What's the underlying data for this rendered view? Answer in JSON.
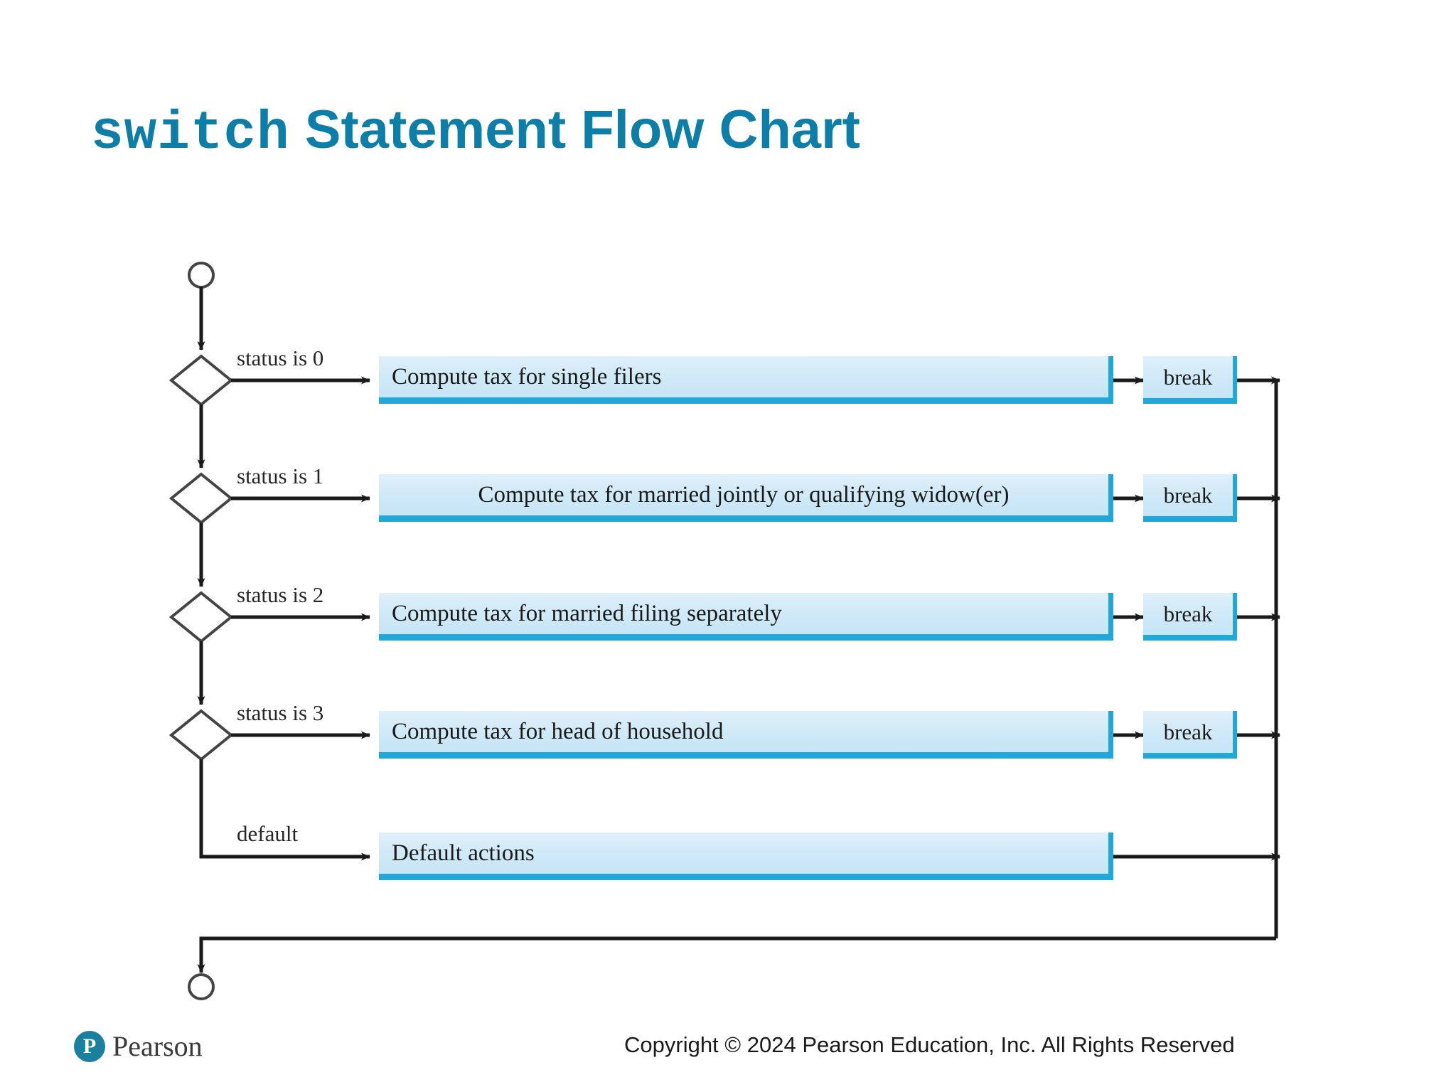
{
  "title": {
    "keyword": "switch",
    "rest": " Statement Flow Chart"
  },
  "chart_data": {
    "type": "diagram",
    "diagram_kind": "flowchart",
    "title": "switch Statement Flow Chart",
    "start_node": "start",
    "end_node": "end",
    "branches": [
      {
        "condition": "status is 0",
        "action": "Compute tax for single filers",
        "terminator": "break"
      },
      {
        "condition": "status is 1",
        "action": "Compute tax for married jointly or qualifying widow(er)",
        "terminator": "break"
      },
      {
        "condition": "status is 2",
        "action": "Compute tax for married filing separately",
        "terminator": "break"
      },
      {
        "condition": "status is 3",
        "action": "Compute tax for head of household",
        "terminator": "break"
      },
      {
        "condition": "default",
        "action": "Default actions",
        "terminator": null
      }
    ],
    "colors": {
      "box_fill": "#cfe9f7",
      "box_accent": "#21a8d8",
      "title_color": "#0d7ea8",
      "line_color": "#1a1a1a"
    }
  },
  "footer": {
    "copyright": "Copyright © 2024 Pearson Education, Inc. All Rights Reserved",
    "brand": "Pearson"
  }
}
